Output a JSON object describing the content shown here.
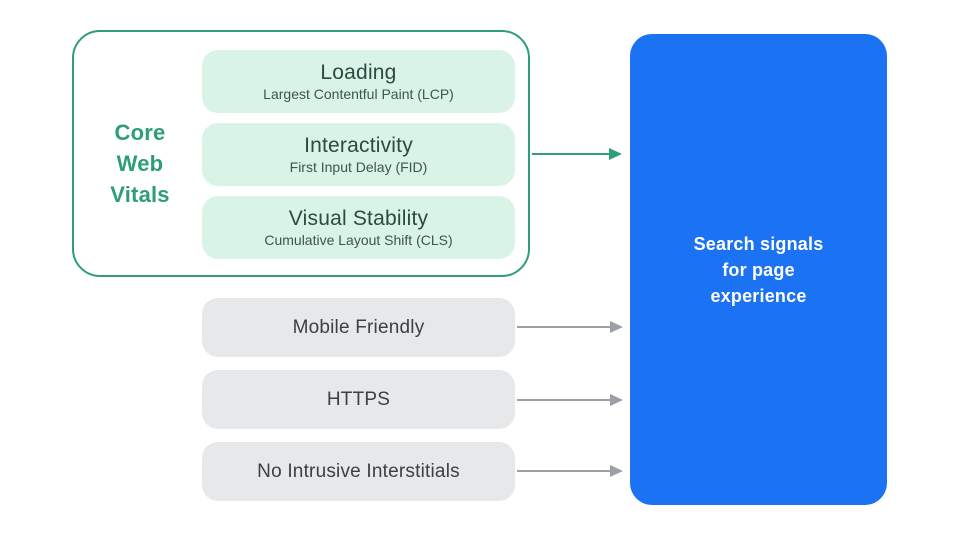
{
  "colors": {
    "bg": "#ffffff",
    "green": "#2e9e74",
    "mint": "#d9f4e7",
    "pill-title": "#2b4a43",
    "pill-sub": "#3a564f",
    "gray-pill": "#e7e8ea",
    "gray-text": "#3c4043",
    "arrow-gray": "#9aa0a6",
    "blue": "#1b72f2",
    "white": "#ffffff"
  },
  "core_web_vitals": {
    "label": "Core\nWeb\nVitals",
    "items": [
      {
        "title": "Loading",
        "subtitle": "Largest Contentful Paint (LCP)"
      },
      {
        "title": "Interactivity",
        "subtitle": "First Input Delay (FID)"
      },
      {
        "title": "Visual Stability",
        "subtitle": "Cumulative Layout Shift (CLS)"
      }
    ]
  },
  "other_signals": [
    {
      "label": "Mobile Friendly"
    },
    {
      "label": "HTTPS"
    },
    {
      "label": "No Intrusive Interstitials"
    }
  ],
  "result": {
    "label": "Search signals\nfor page\nexperience"
  }
}
